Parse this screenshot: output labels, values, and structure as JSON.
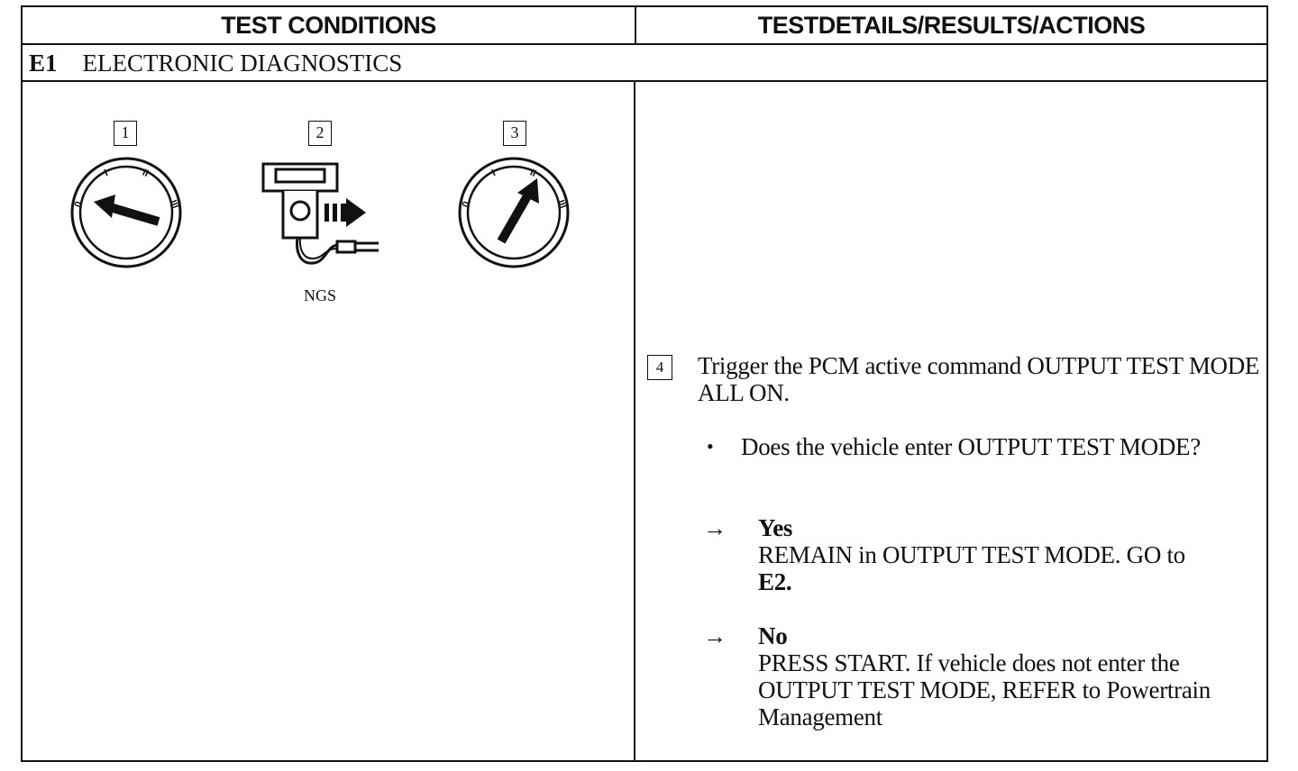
{
  "header": {
    "left": "TEST CONDITIONS",
    "right": "TESTDETAILS/RESULTS/ACTIONS"
  },
  "section": {
    "code": "E1",
    "title": "ELECTRONIC DIAGNOSTICS"
  },
  "illustrations": {
    "step1": "1",
    "step2": "2",
    "step3": "3",
    "tool_label": "NGS",
    "key_positions": [
      "0",
      "I",
      "II",
      "III"
    ]
  },
  "step4": {
    "number": "4",
    "instruction": "Trigger the PCM active command OUTPUT TEST MODE ALL ON.",
    "question_bullet": "•",
    "question": "Does the vehicle enter OUTPUT TEST MODE?",
    "arrow": "→",
    "yes_label": "Yes",
    "yes_text": "REMAIN in OUTPUT TEST MODE. GO to",
    "yes_goto": "E2.",
    "no_label": "No",
    "no_text": "PRESS START. If vehicle does not enter the OUTPUT TEST MODE, REFER to Powertrain  Management"
  }
}
